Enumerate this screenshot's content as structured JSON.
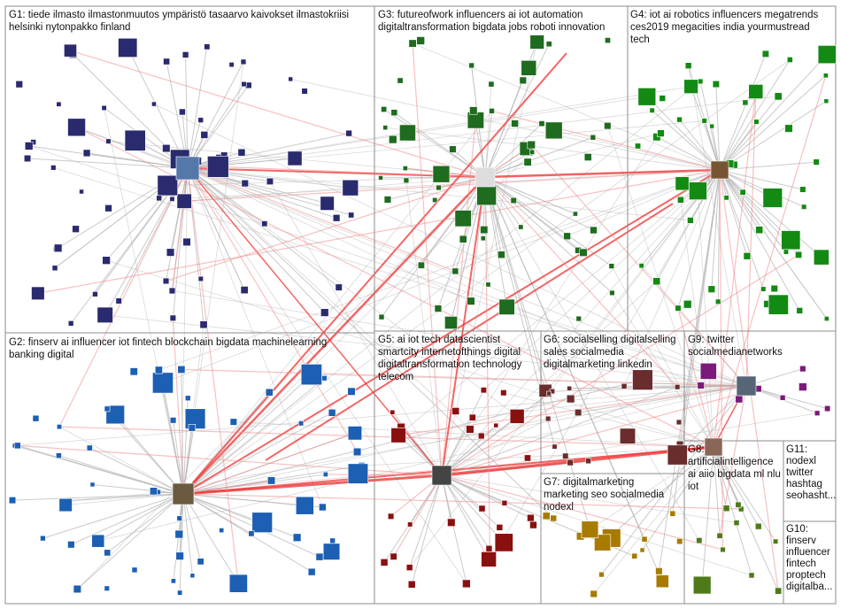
{
  "colors": {
    "background": "#ffffff",
    "box_border": "#8c8c8c",
    "edge_gray": "#b4b4b4",
    "edge_red": "#f03232",
    "edge_pink": "#f08c8c",
    "title_text": "#111111"
  },
  "groups": [
    {
      "id": "G1",
      "title_lines": [
        "G1: tiede ilmasto ilmastonmuutos ympäristö tasaarvo kaivokset ilmastokriisi",
        "helsinki nytonpakko finland"
      ]
    },
    {
      "id": "G2",
      "title_lines": [
        "G2: finserv ai influencer iot fintech blockchain bigdata machinelearning",
        "banking digital"
      ]
    },
    {
      "id": "G3",
      "title_lines": [
        "G3: futureofwork influencers ai iot automation",
        "digitaltransformation bigdata jobs roboti innovation"
      ]
    },
    {
      "id": "G4",
      "title_lines": [
        "G4: iot ai robotics influencers megatrends",
        "ces2019 megacities india yourmustread",
        "tech"
      ]
    },
    {
      "id": "G5",
      "title_lines": [
        "G5: ai iot tech datascientist",
        "smartcity internetofthings digital",
        "digitaltransformation technology",
        "telecom"
      ]
    },
    {
      "id": "G6",
      "title_lines": [
        "G6: socialselling digitalselling",
        "sales socialmedia",
        "digitalmarketing linkedin"
      ]
    },
    {
      "id": "G7",
      "title_lines": [
        "G7: digitalmarketing",
        "marketing seo socialmedia",
        "nodexl"
      ]
    },
    {
      "id": "G8",
      "title_lines": [
        "G8:",
        "artificialintelligence",
        "ai aiio bigdata ml nlu",
        "iot"
      ]
    },
    {
      "id": "G9",
      "title_lines": [
        "G9: twitter",
        "socialmedianetworks"
      ]
    },
    {
      "id": "G10",
      "title_lines": [
        "G10:",
        "finserv",
        "influencer",
        "fintech",
        "proptech",
        "digitalba..."
      ]
    },
    {
      "id": "G11",
      "title_lines": [
        "G11:",
        "nodexl",
        "twitter",
        "hashtag",
        "seohasht..."
      ]
    }
  ]
}
